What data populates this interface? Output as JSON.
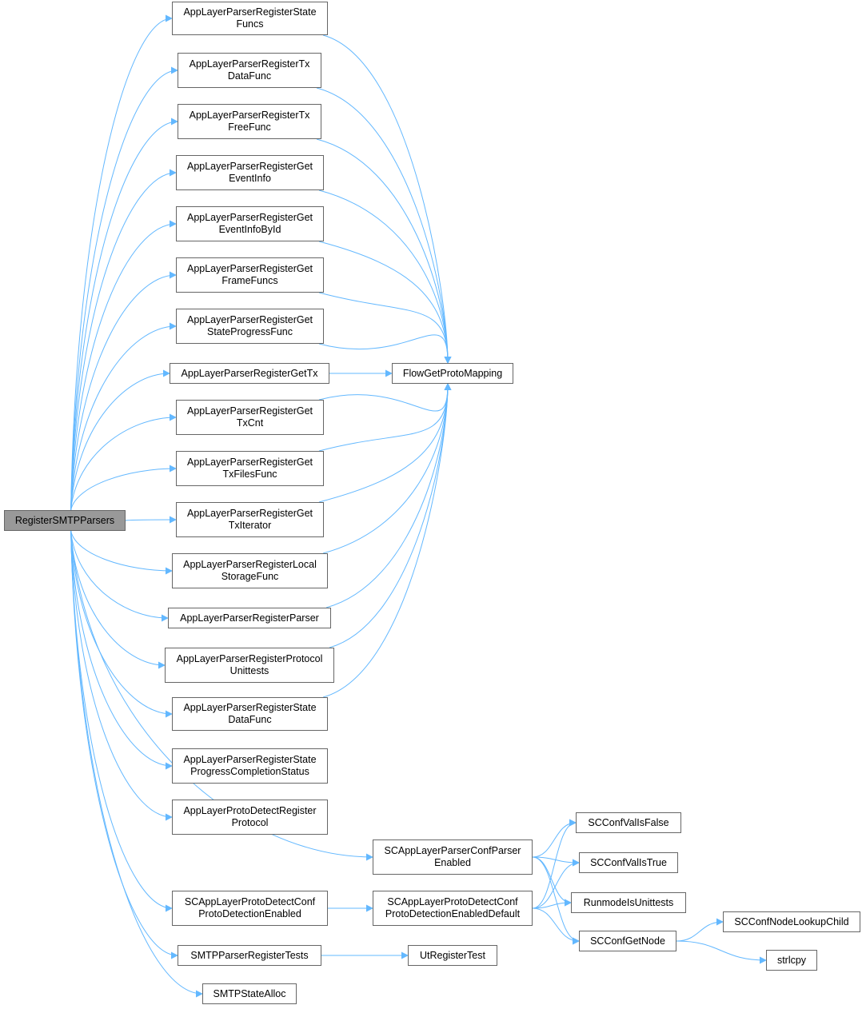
{
  "colors": {
    "edge": "#63b8ff",
    "border": "#666666",
    "root_fill": "#999999"
  },
  "nodes": {
    "root": [
      "RegisterSMTPParsers"
    ],
    "state_funcs": [
      "AppLayerParserRegisterState",
      "Funcs"
    ],
    "tx_data": [
      "AppLayerParserRegisterTx",
      "DataFunc"
    ],
    "tx_free": [
      "AppLayerParserRegisterTx",
      "FreeFunc"
    ],
    "event_info": [
      "AppLayerParserRegisterGet",
      "EventInfo"
    ],
    "event_info_id": [
      "AppLayerParserRegisterGet",
      "EventInfoById"
    ],
    "frame_funcs": [
      "AppLayerParserRegisterGet",
      "FrameFuncs"
    ],
    "state_progress": [
      "AppLayerParserRegisterGet",
      "StateProgressFunc"
    ],
    "get_tx": [
      "AppLayerParserRegisterGetTx"
    ],
    "tx_cnt": [
      "AppLayerParserRegisterGet",
      "TxCnt"
    ],
    "tx_files": [
      "AppLayerParserRegisterGet",
      "TxFilesFunc"
    ],
    "tx_iter": [
      "AppLayerParserRegisterGet",
      "TxIterator"
    ],
    "local_storage": [
      "AppLayerParserRegisterLocal",
      "StorageFunc"
    ],
    "reg_parser": [
      "AppLayerParserRegisterParser"
    ],
    "proto_unit": [
      "AppLayerParserRegisterProtocol",
      "Unittests"
    ],
    "state_data": [
      "AppLayerParserRegisterState",
      "DataFunc"
    ],
    "progress_completion": [
      "AppLayerParserRegisterState",
      "ProgressCompletionStatus"
    ],
    "proto_detect_reg": [
      "AppLayerProtoDetectRegister",
      "Protocol"
    ],
    "proto_detection_enabled": [
      "SCAppLayerProtoDetectConf",
      "ProtoDetectionEnabled"
    ],
    "smtp_tests": [
      "SMTPParserRegisterTests"
    ],
    "smtp_alloc": [
      "SMTPStateAlloc"
    ],
    "flow_map": [
      "FlowGetProtoMapping"
    ],
    "conf_parser": [
      "SCAppLayerParserConfParser",
      "Enabled"
    ],
    "detection_default": [
      "SCAppLayerProtoDetectConf",
      "ProtoDetectionEnabledDefault"
    ],
    "ut_reg": [
      "UtRegisterTest"
    ],
    "val_false": [
      "SCConfValIsFalse"
    ],
    "val_true": [
      "SCConfValIsTrue"
    ],
    "runmode": [
      "RunmodeIsUnittests"
    ],
    "get_node": [
      "SCConfGetNode"
    ],
    "lookup_child": [
      "SCConfNodeLookupChild"
    ],
    "strlcpy": [
      "strlcpy"
    ]
  },
  "edges": [
    [
      "root",
      "state_funcs"
    ],
    [
      "root",
      "tx_data"
    ],
    [
      "root",
      "tx_free"
    ],
    [
      "root",
      "event_info"
    ],
    [
      "root",
      "event_info_id"
    ],
    [
      "root",
      "frame_funcs"
    ],
    [
      "root",
      "state_progress"
    ],
    [
      "root",
      "get_tx"
    ],
    [
      "root",
      "tx_cnt"
    ],
    [
      "root",
      "tx_files"
    ],
    [
      "root",
      "tx_iter"
    ],
    [
      "root",
      "local_storage"
    ],
    [
      "root",
      "reg_parser"
    ],
    [
      "root",
      "proto_unit"
    ],
    [
      "root",
      "state_data"
    ],
    [
      "root",
      "progress_completion"
    ],
    [
      "root",
      "proto_detect_reg"
    ],
    [
      "root",
      "conf_parser"
    ],
    [
      "root",
      "proto_detection_enabled"
    ],
    [
      "root",
      "smtp_tests"
    ],
    [
      "root",
      "smtp_alloc"
    ],
    [
      "state_funcs",
      "flow_map"
    ],
    [
      "tx_data",
      "flow_map"
    ],
    [
      "tx_free",
      "flow_map"
    ],
    [
      "event_info",
      "flow_map"
    ],
    [
      "event_info_id",
      "flow_map"
    ],
    [
      "frame_funcs",
      "flow_map"
    ],
    [
      "state_progress",
      "flow_map"
    ],
    [
      "get_tx",
      "flow_map"
    ],
    [
      "tx_cnt",
      "flow_map"
    ],
    [
      "tx_files",
      "flow_map"
    ],
    [
      "tx_iter",
      "flow_map"
    ],
    [
      "local_storage",
      "flow_map"
    ],
    [
      "reg_parser",
      "flow_map"
    ],
    [
      "proto_unit",
      "flow_map"
    ],
    [
      "state_data",
      "flow_map"
    ],
    [
      "proto_detection_enabled",
      "detection_default"
    ],
    [
      "smtp_tests",
      "ut_reg"
    ],
    [
      "conf_parser",
      "val_false"
    ],
    [
      "conf_parser",
      "val_true"
    ],
    [
      "conf_parser",
      "runmode"
    ],
    [
      "conf_parser",
      "get_node"
    ],
    [
      "detection_default",
      "val_false"
    ],
    [
      "detection_default",
      "val_true"
    ],
    [
      "detection_default",
      "runmode"
    ],
    [
      "detection_default",
      "get_node"
    ],
    [
      "get_node",
      "lookup_child"
    ],
    [
      "get_node",
      "strlcpy"
    ]
  ]
}
